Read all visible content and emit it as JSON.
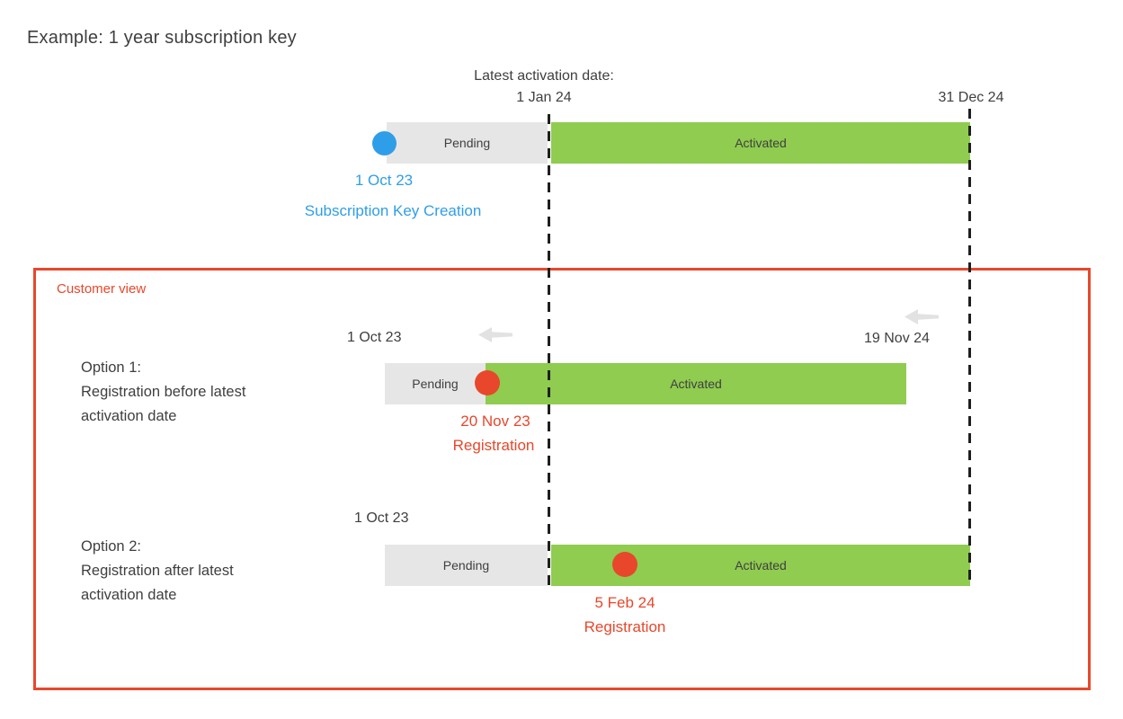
{
  "page": {
    "title": "Example: 1 year subscription key"
  },
  "colors": {
    "blue": "#2f9ee8",
    "green": "#8fcc50",
    "pending_gray": "#e7e6e6",
    "red": "#e8472b",
    "text_dark": "#3f3f3f",
    "arrow_gray": "#e2e2e2",
    "dash_color": "#1f1f1f"
  },
  "top_timeline": {
    "latest_activation_label": "Latest activation date:",
    "latest_activation_date": "1 Jan 24",
    "expiry_date": "31 Dec 24",
    "pending_label": "Pending",
    "activated_label": "Activated",
    "creation_date": "1 Oct 23",
    "creation_label": "Subscription Key Creation"
  },
  "customer_view": {
    "title": "Customer view",
    "option1": {
      "title": "Option 1:",
      "description_line1": "Registration before latest",
      "description_line2": "activation date",
      "start_date": "1 Oct 23",
      "end_date": "19 Nov 24",
      "pending_label": "Pending",
      "activated_label": "Activated",
      "registration_date": "20 Nov 23",
      "registration_label": "Registration"
    },
    "option2": {
      "title": "Option 2:",
      "description_line1": "Registration after latest",
      "description_line2": "activation date",
      "start_date": "1 Oct 23",
      "pending_label": "Pending",
      "activated_label": "Activated",
      "registration_date": "5 Feb 24",
      "registration_label": "Registration"
    }
  }
}
